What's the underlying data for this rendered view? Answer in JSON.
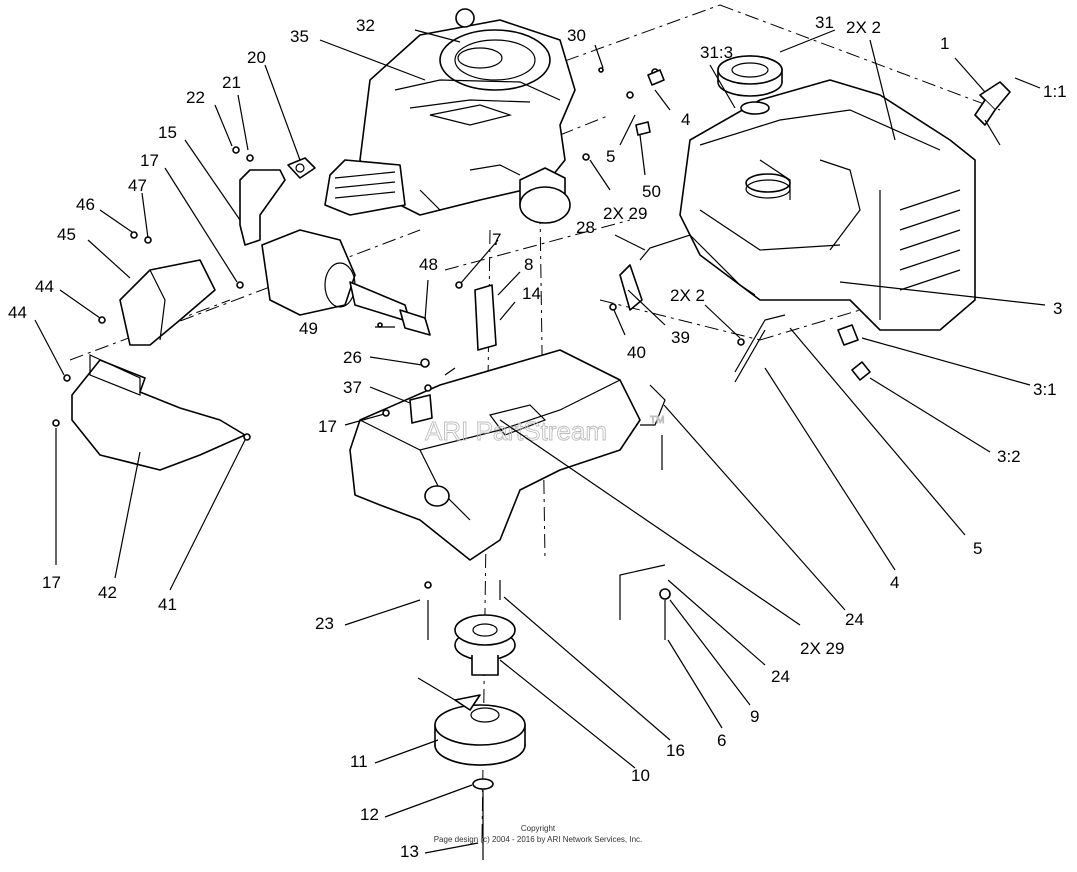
{
  "watermark": "ARI PartStream",
  "watermark_tm": "TM",
  "footer": {
    "line1": "Copyright",
    "line2": "Page design (c) 2004 - 2016 by ARI Network Services, Inc."
  },
  "callouts": [
    {
      "id": "1",
      "text": "1"
    },
    {
      "id": "1_1",
      "text": "1:1"
    },
    {
      "id": "2x2_top",
      "text": "2X 2"
    },
    {
      "id": "2x2_mid",
      "text": "2X 2"
    },
    {
      "id": "3",
      "text": "3"
    },
    {
      "id": "3_1",
      "text": "3:1"
    },
    {
      "id": "3_2",
      "text": "3:2"
    },
    {
      "id": "4_top",
      "text": "4"
    },
    {
      "id": "4_bot",
      "text": "4"
    },
    {
      "id": "5_top",
      "text": "5"
    },
    {
      "id": "5_bot",
      "text": "5"
    },
    {
      "id": "6",
      "text": "6"
    },
    {
      "id": "7",
      "text": "7"
    },
    {
      "id": "8",
      "text": "8"
    },
    {
      "id": "9",
      "text": "9"
    },
    {
      "id": "10",
      "text": "10"
    },
    {
      "id": "11",
      "text": "11"
    },
    {
      "id": "12",
      "text": "12"
    },
    {
      "id": "13",
      "text": "13"
    },
    {
      "id": "14",
      "text": "14"
    },
    {
      "id": "15",
      "text": "15"
    },
    {
      "id": "16",
      "text": "16"
    },
    {
      "id": "17_a",
      "text": "17"
    },
    {
      "id": "17_b",
      "text": "17"
    },
    {
      "id": "17_c",
      "text": "17"
    },
    {
      "id": "20",
      "text": "20"
    },
    {
      "id": "21",
      "text": "21"
    },
    {
      "id": "22",
      "text": "22"
    },
    {
      "id": "23",
      "text": "23"
    },
    {
      "id": "24_a",
      "text": "24"
    },
    {
      "id": "24_b",
      "text": "24"
    },
    {
      "id": "26",
      "text": "26"
    },
    {
      "id": "28",
      "text": "28"
    },
    {
      "id": "2x29_top",
      "text": "2X 29"
    },
    {
      "id": "2x29_bot",
      "text": "2X 29"
    },
    {
      "id": "30",
      "text": "30"
    },
    {
      "id": "31",
      "text": "31"
    },
    {
      "id": "31_3",
      "text": "31:3"
    },
    {
      "id": "32",
      "text": "32"
    },
    {
      "id": "35",
      "text": "35"
    },
    {
      "id": "37",
      "text": "37"
    },
    {
      "id": "39",
      "text": "39"
    },
    {
      "id": "40",
      "text": "40"
    },
    {
      "id": "41",
      "text": "41"
    },
    {
      "id": "42",
      "text": "42"
    },
    {
      "id": "44_a",
      "text": "44"
    },
    {
      "id": "44_b",
      "text": "44"
    },
    {
      "id": "45",
      "text": "45"
    },
    {
      "id": "46",
      "text": "46"
    },
    {
      "id": "47",
      "text": "47"
    },
    {
      "id": "48",
      "text": "48"
    },
    {
      "id": "49",
      "text": "49"
    },
    {
      "id": "50",
      "text": "50"
    }
  ]
}
